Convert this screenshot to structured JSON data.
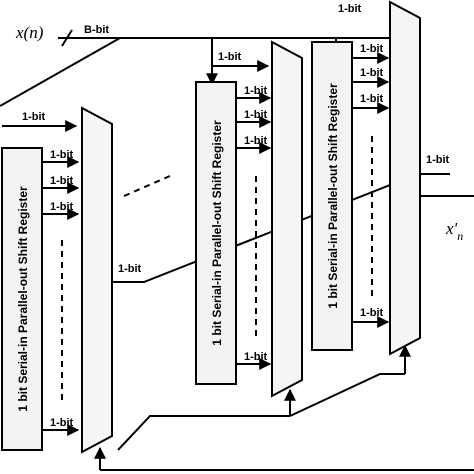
{
  "diagram": {
    "input_label": "x(n)",
    "output_label": "x'",
    "output_subscript": "n",
    "bus_label": "B-bit",
    "bit_label": "1-bit",
    "register_label": "1 bit Serial-in Parallel-out Shift Register",
    "stages": 3
  }
}
